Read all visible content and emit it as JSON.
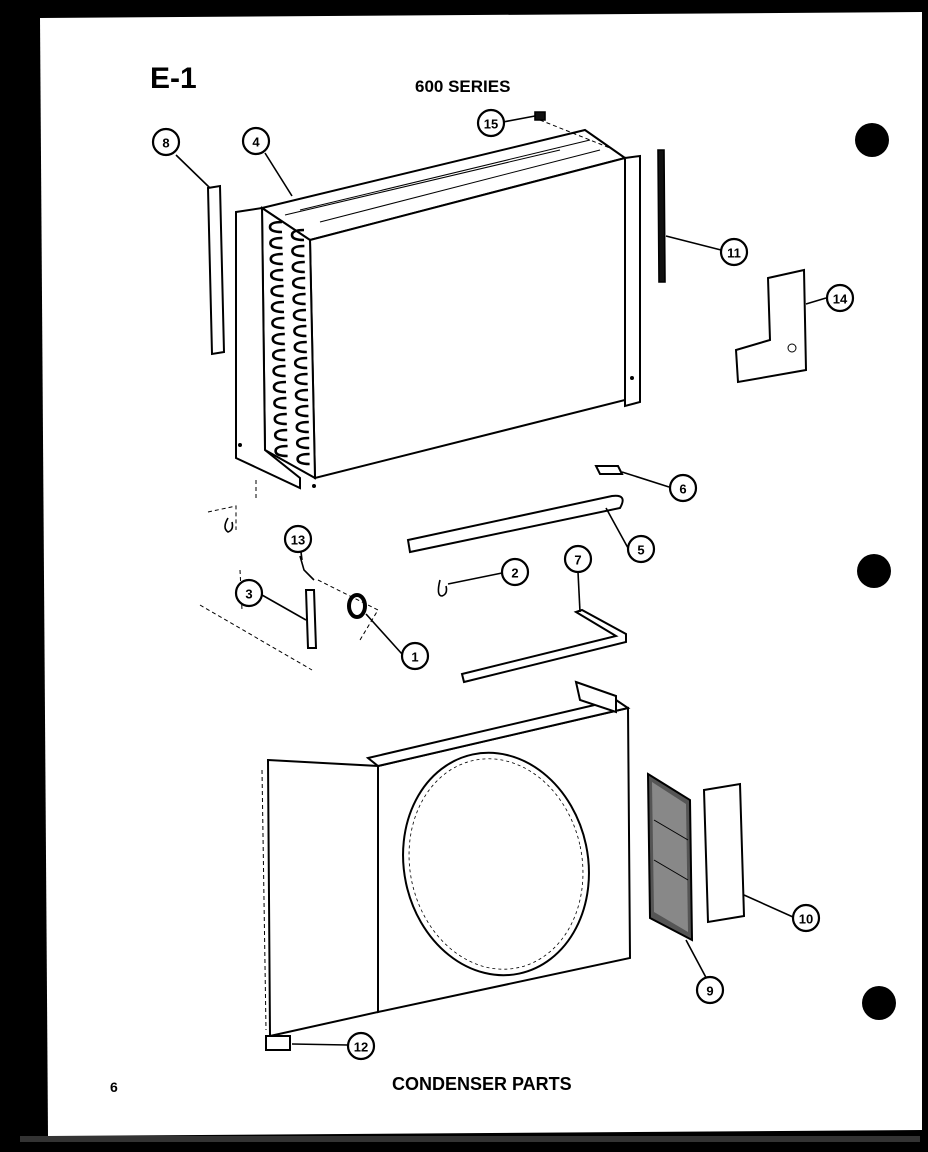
{
  "page_code": "E-1",
  "series_title": "600 SERIES",
  "section_title": "CONDENSER PARTS",
  "page_number": "6",
  "callouts": {
    "c1": "1",
    "c2": "2",
    "c3": "3",
    "c4": "4",
    "c5": "5",
    "c6": "6",
    "c7": "7",
    "c8": "8",
    "c9": "9",
    "c10": "10",
    "c11": "11",
    "c12": "12",
    "c13": "13",
    "c14": "14",
    "c15": "15"
  }
}
